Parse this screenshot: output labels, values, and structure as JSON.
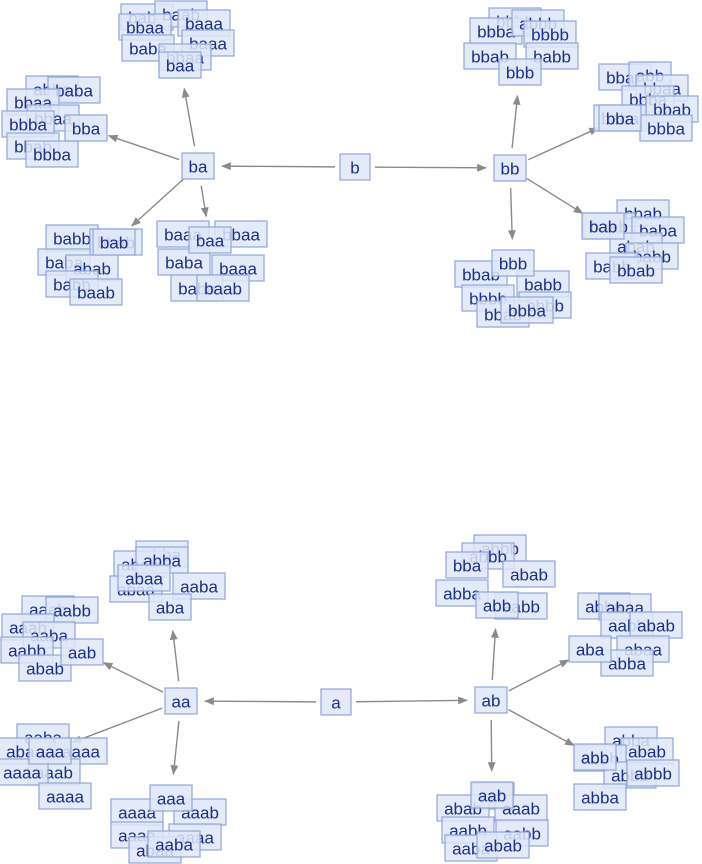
{
  "diagram": {
    "nodes": [
      {
        "id": "b",
        "label": "b"
      },
      {
        "id": "ba",
        "label": "ba"
      },
      {
        "id": "bb",
        "label": "bb"
      },
      {
        "id": "baa",
        "label": "baa"
      },
      {
        "id": "bba",
        "label": "bba"
      },
      {
        "id": "bab",
        "label": "bab"
      },
      {
        "id": "baa2",
        "label": "baa"
      },
      {
        "id": "bbb",
        "label": "bbb"
      },
      {
        "id": "bba2",
        "label": "bba"
      },
      {
        "id": "bab2",
        "label": "bab"
      },
      {
        "id": "bbb2",
        "label": "bbb"
      },
      {
        "id": "a",
        "label": "a"
      },
      {
        "id": "aa",
        "label": "aa"
      },
      {
        "id": "ab",
        "label": "ab"
      },
      {
        "id": "aba",
        "label": "aba"
      },
      {
        "id": "aab",
        "label": "aab"
      },
      {
        "id": "aaa",
        "label": "aaa"
      },
      {
        "id": "aaa2",
        "label": "aaa"
      },
      {
        "id": "abb",
        "label": "abb"
      },
      {
        "id": "aba2",
        "label": "aba"
      },
      {
        "id": "abb2",
        "label": "abb"
      },
      {
        "id": "aab2",
        "label": "aab"
      }
    ],
    "edges": [
      {
        "from": "b",
        "to": "ba"
      },
      {
        "from": "b",
        "to": "bb"
      },
      {
        "from": "ba",
        "to": "baa"
      },
      {
        "from": "ba",
        "to": "bba"
      },
      {
        "from": "ba",
        "to": "bab"
      },
      {
        "from": "ba",
        "to": "baa2"
      },
      {
        "from": "bb",
        "to": "bbb"
      },
      {
        "from": "bb",
        "to": "bba2"
      },
      {
        "from": "bb",
        "to": "bab2"
      },
      {
        "from": "bb",
        "to": "bbb2"
      },
      {
        "from": "a",
        "to": "aa"
      },
      {
        "from": "a",
        "to": "ab"
      },
      {
        "from": "aa",
        "to": "aba"
      },
      {
        "from": "aa",
        "to": "aab"
      },
      {
        "from": "aa",
        "to": "aaa"
      },
      {
        "from": "aa",
        "to": "aaa2"
      },
      {
        "from": "ab",
        "to": "abb"
      },
      {
        "from": "ab",
        "to": "aba2"
      },
      {
        "from": "ab",
        "to": "abb2"
      },
      {
        "from": "ab",
        "to": "aab2"
      }
    ],
    "clusters": [
      {
        "id": "c-ba-top",
        "labels": [
          "baba",
          "baab",
          "baaa",
          "bbaa",
          "baaa",
          "baba",
          "bbaa"
        ]
      },
      {
        "id": "c-ba-left",
        "labels": [
          "abba",
          "baba",
          "bbaa",
          "bbaa",
          "bbba",
          "bbab",
          "bbba"
        ]
      },
      {
        "id": "c-ba-bl",
        "labels": [
          "babb",
          "bbab",
          "baba",
          "abab",
          "babb",
          "baab"
        ]
      },
      {
        "id": "c-ba-bottom",
        "labels": [
          "baaa",
          "bbaa",
          "baba",
          "baaa",
          "baba",
          "baab"
        ]
      },
      {
        "id": "c-bb-top",
        "labels": [
          "bbbb",
          "bbba",
          "abbb",
          "bbbb",
          "bbab",
          "babb"
        ]
      },
      {
        "id": "c-bb-right",
        "labels": [
          "bbaa",
          "abb",
          "bbaa",
          "bbba",
          "bbab",
          "baba",
          "bbba"
        ]
      },
      {
        "id": "c-bb-br",
        "labels": [
          "bbab",
          "baab",
          "baba",
          "abab",
          "babb",
          "babb",
          "bbab"
        ]
      },
      {
        "id": "c-bb-bottom",
        "labels": [
          "bbab",
          "babb",
          "bbbb",
          "bbbb",
          "bbab",
          "bbba"
        ]
      },
      {
        "id": "c-aa-top",
        "labels": [
          "abba",
          "abab",
          "abba",
          "abaa",
          "aaba",
          "abaa"
        ]
      },
      {
        "id": "c-aa-left",
        "labels": [
          "aaab",
          "aabb",
          "aaab",
          "aaba",
          "aabb",
          "abab"
        ]
      },
      {
        "id": "c-aa-bl",
        "labels": [
          "aaba",
          "abaa",
          "aaaa",
          "aaab",
          "aaaa",
          "aaaa"
        ]
      },
      {
        "id": "c-aa-bottom",
        "labels": [
          "aaaa",
          "aaab",
          "aaaa",
          "aaaa",
          "abaa",
          "aaba"
        ]
      },
      {
        "id": "c-ab-top",
        "labels": [
          "abbb",
          "abbb",
          "bba",
          "abab",
          "abba",
          "aabb"
        ]
      },
      {
        "id": "c-ab-right",
        "labels": [
          "abba",
          "abaa",
          "aabb",
          "abab",
          "abaa",
          "abba"
        ]
      },
      {
        "id": "c-ab-br",
        "labels": [
          "abba",
          "abab",
          "abab",
          "abbb",
          "abbb",
          "abba"
        ]
      },
      {
        "id": "c-ab-bottom",
        "labels": [
          "aab",
          "abab",
          "aaab",
          "aabb",
          "aabb",
          "aaba",
          "abab"
        ]
      }
    ]
  }
}
